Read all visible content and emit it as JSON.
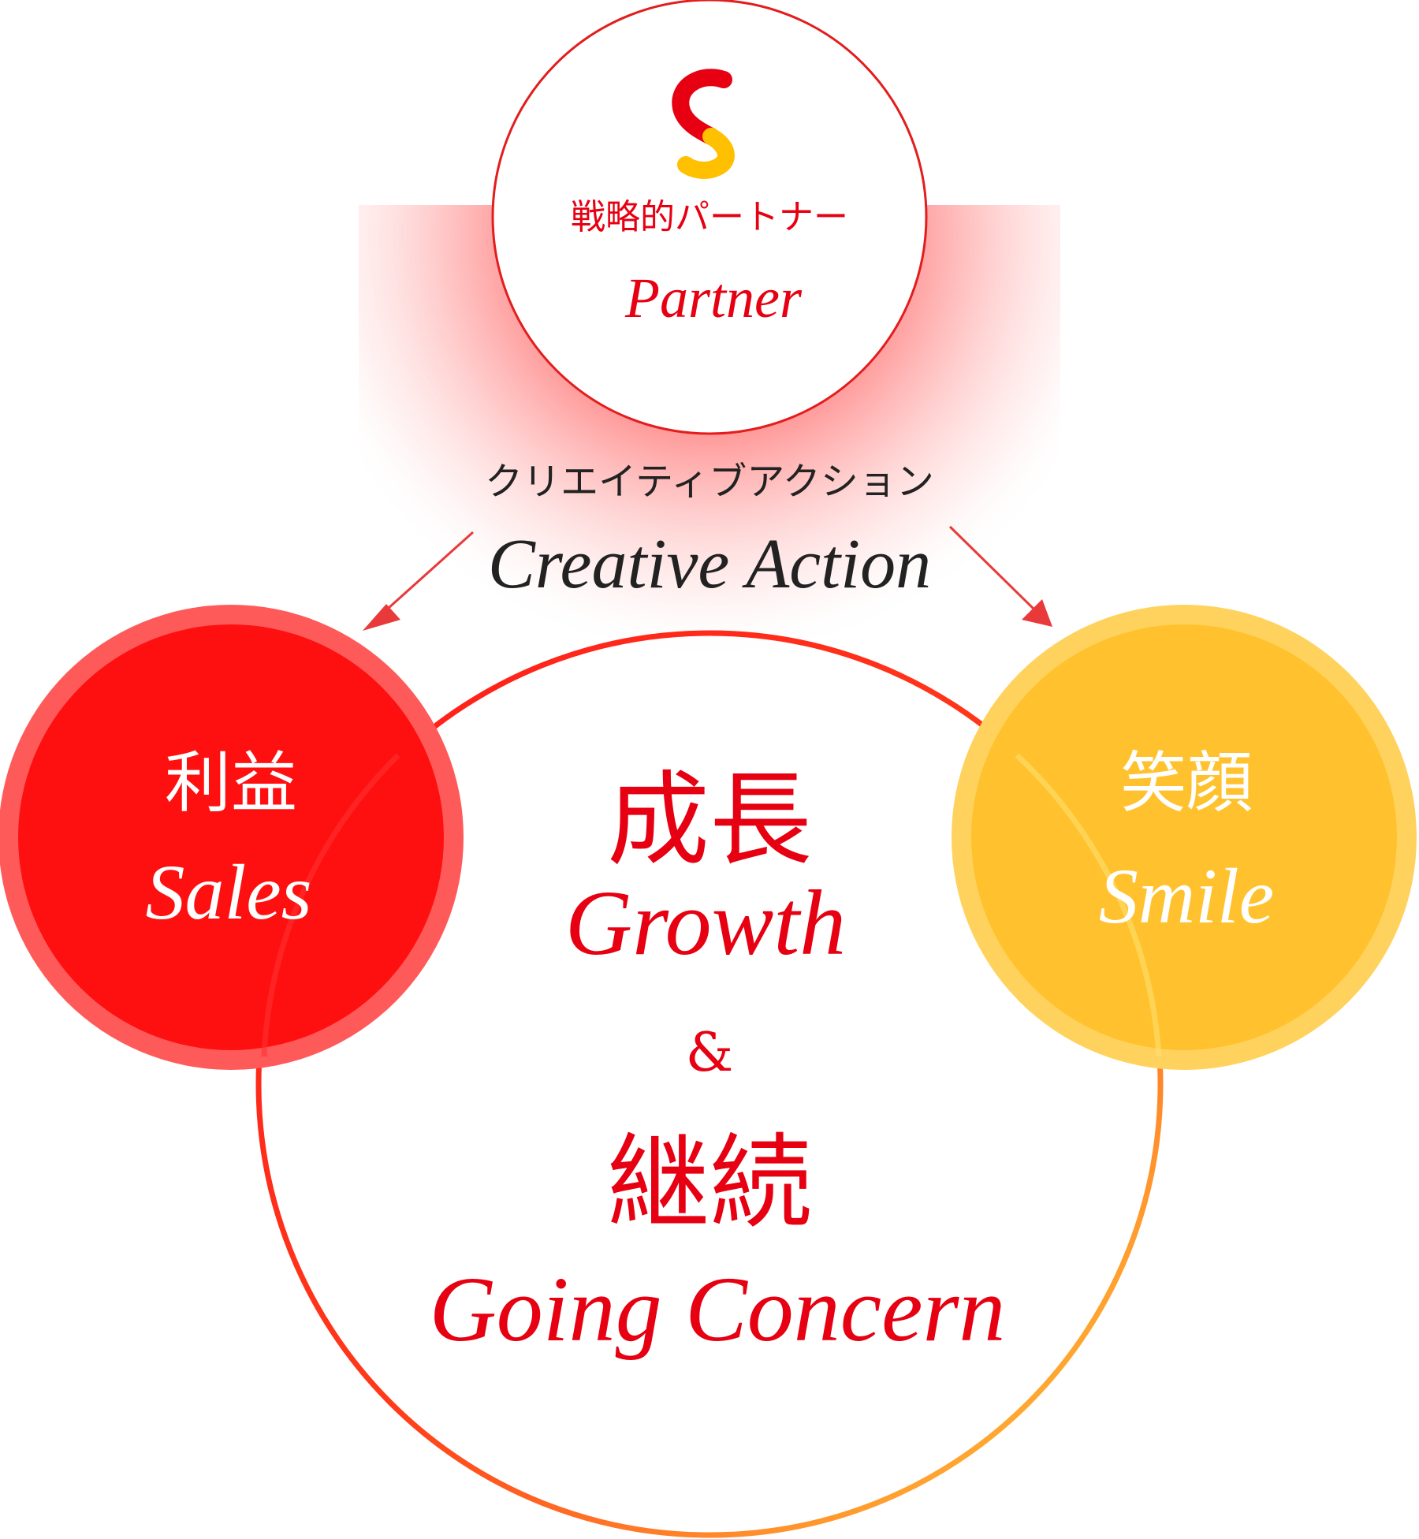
{
  "colors": {
    "partner_stroke": "#e31d1d",
    "red": "#ff1010",
    "red_ring": "#ff5a5a",
    "yellow": "#ffc22e",
    "yellow_ring": "#ffd25e",
    "text_dark": "#222222",
    "text_red": "#e60012",
    "text_white": "#ffffff"
  },
  "partner": {
    "logo": "s-logo-icon",
    "jp": "戦略的パートナー",
    "en": "Partner"
  },
  "creative": {
    "jp": "クリエイティブアクション",
    "en": "Creative Action"
  },
  "sales": {
    "jp": "利益",
    "en": "Sales"
  },
  "smile": {
    "jp": "笑顔",
    "en": "Smile"
  },
  "growth": {
    "jp1": "成長",
    "en1": "Growth",
    "amp": "&",
    "jp2": "継続",
    "en2": "Going Concern"
  }
}
